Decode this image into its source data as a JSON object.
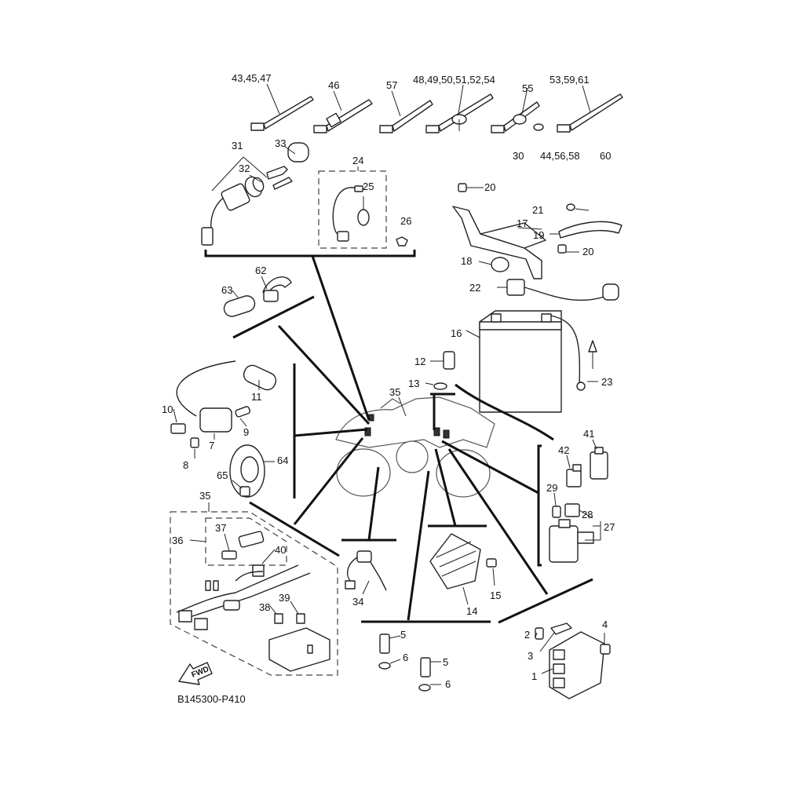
{
  "diagram_code": "B145300-P410",
  "fwd_label": "FWD",
  "callouts": {
    "c1": "1",
    "c2": "2",
    "c3": "3",
    "c4": "4",
    "c5a": "5",
    "c5b": "5",
    "c6a": "6",
    "c6b": "6",
    "c7": "7",
    "c8": "8",
    "c9": "9",
    "c10": "10",
    "c11": "11",
    "c12": "12",
    "c13": "13",
    "c14": "14",
    "c15": "15",
    "c16": "16",
    "c17": "17",
    "c18": "18",
    "c19": "19",
    "c20a": "20",
    "c20b": "20",
    "c21": "21",
    "c22": "22",
    "c23": "23",
    "c24": "24",
    "c25": "25",
    "c26": "26",
    "c27": "27",
    "c28": "28",
    "c29": "29",
    "c30": "30",
    "c31": "31",
    "c32": "32",
    "c33": "33",
    "c34": "34",
    "c35a": "35",
    "c35b": "35",
    "c36": "36",
    "c37": "37",
    "c38": "38",
    "c39": "39",
    "c40": "40",
    "c41": "41",
    "c42": "42",
    "c43": "43,45,47",
    "c44": "44,56,58",
    "c46": "46",
    "c48": "48,49,50,51,52,54",
    "c53": "53,59,61",
    "c55": "55",
    "c57": "57",
    "c60": "60",
    "c62": "62",
    "c63": "63",
    "c64": "64",
    "c65": "65"
  }
}
